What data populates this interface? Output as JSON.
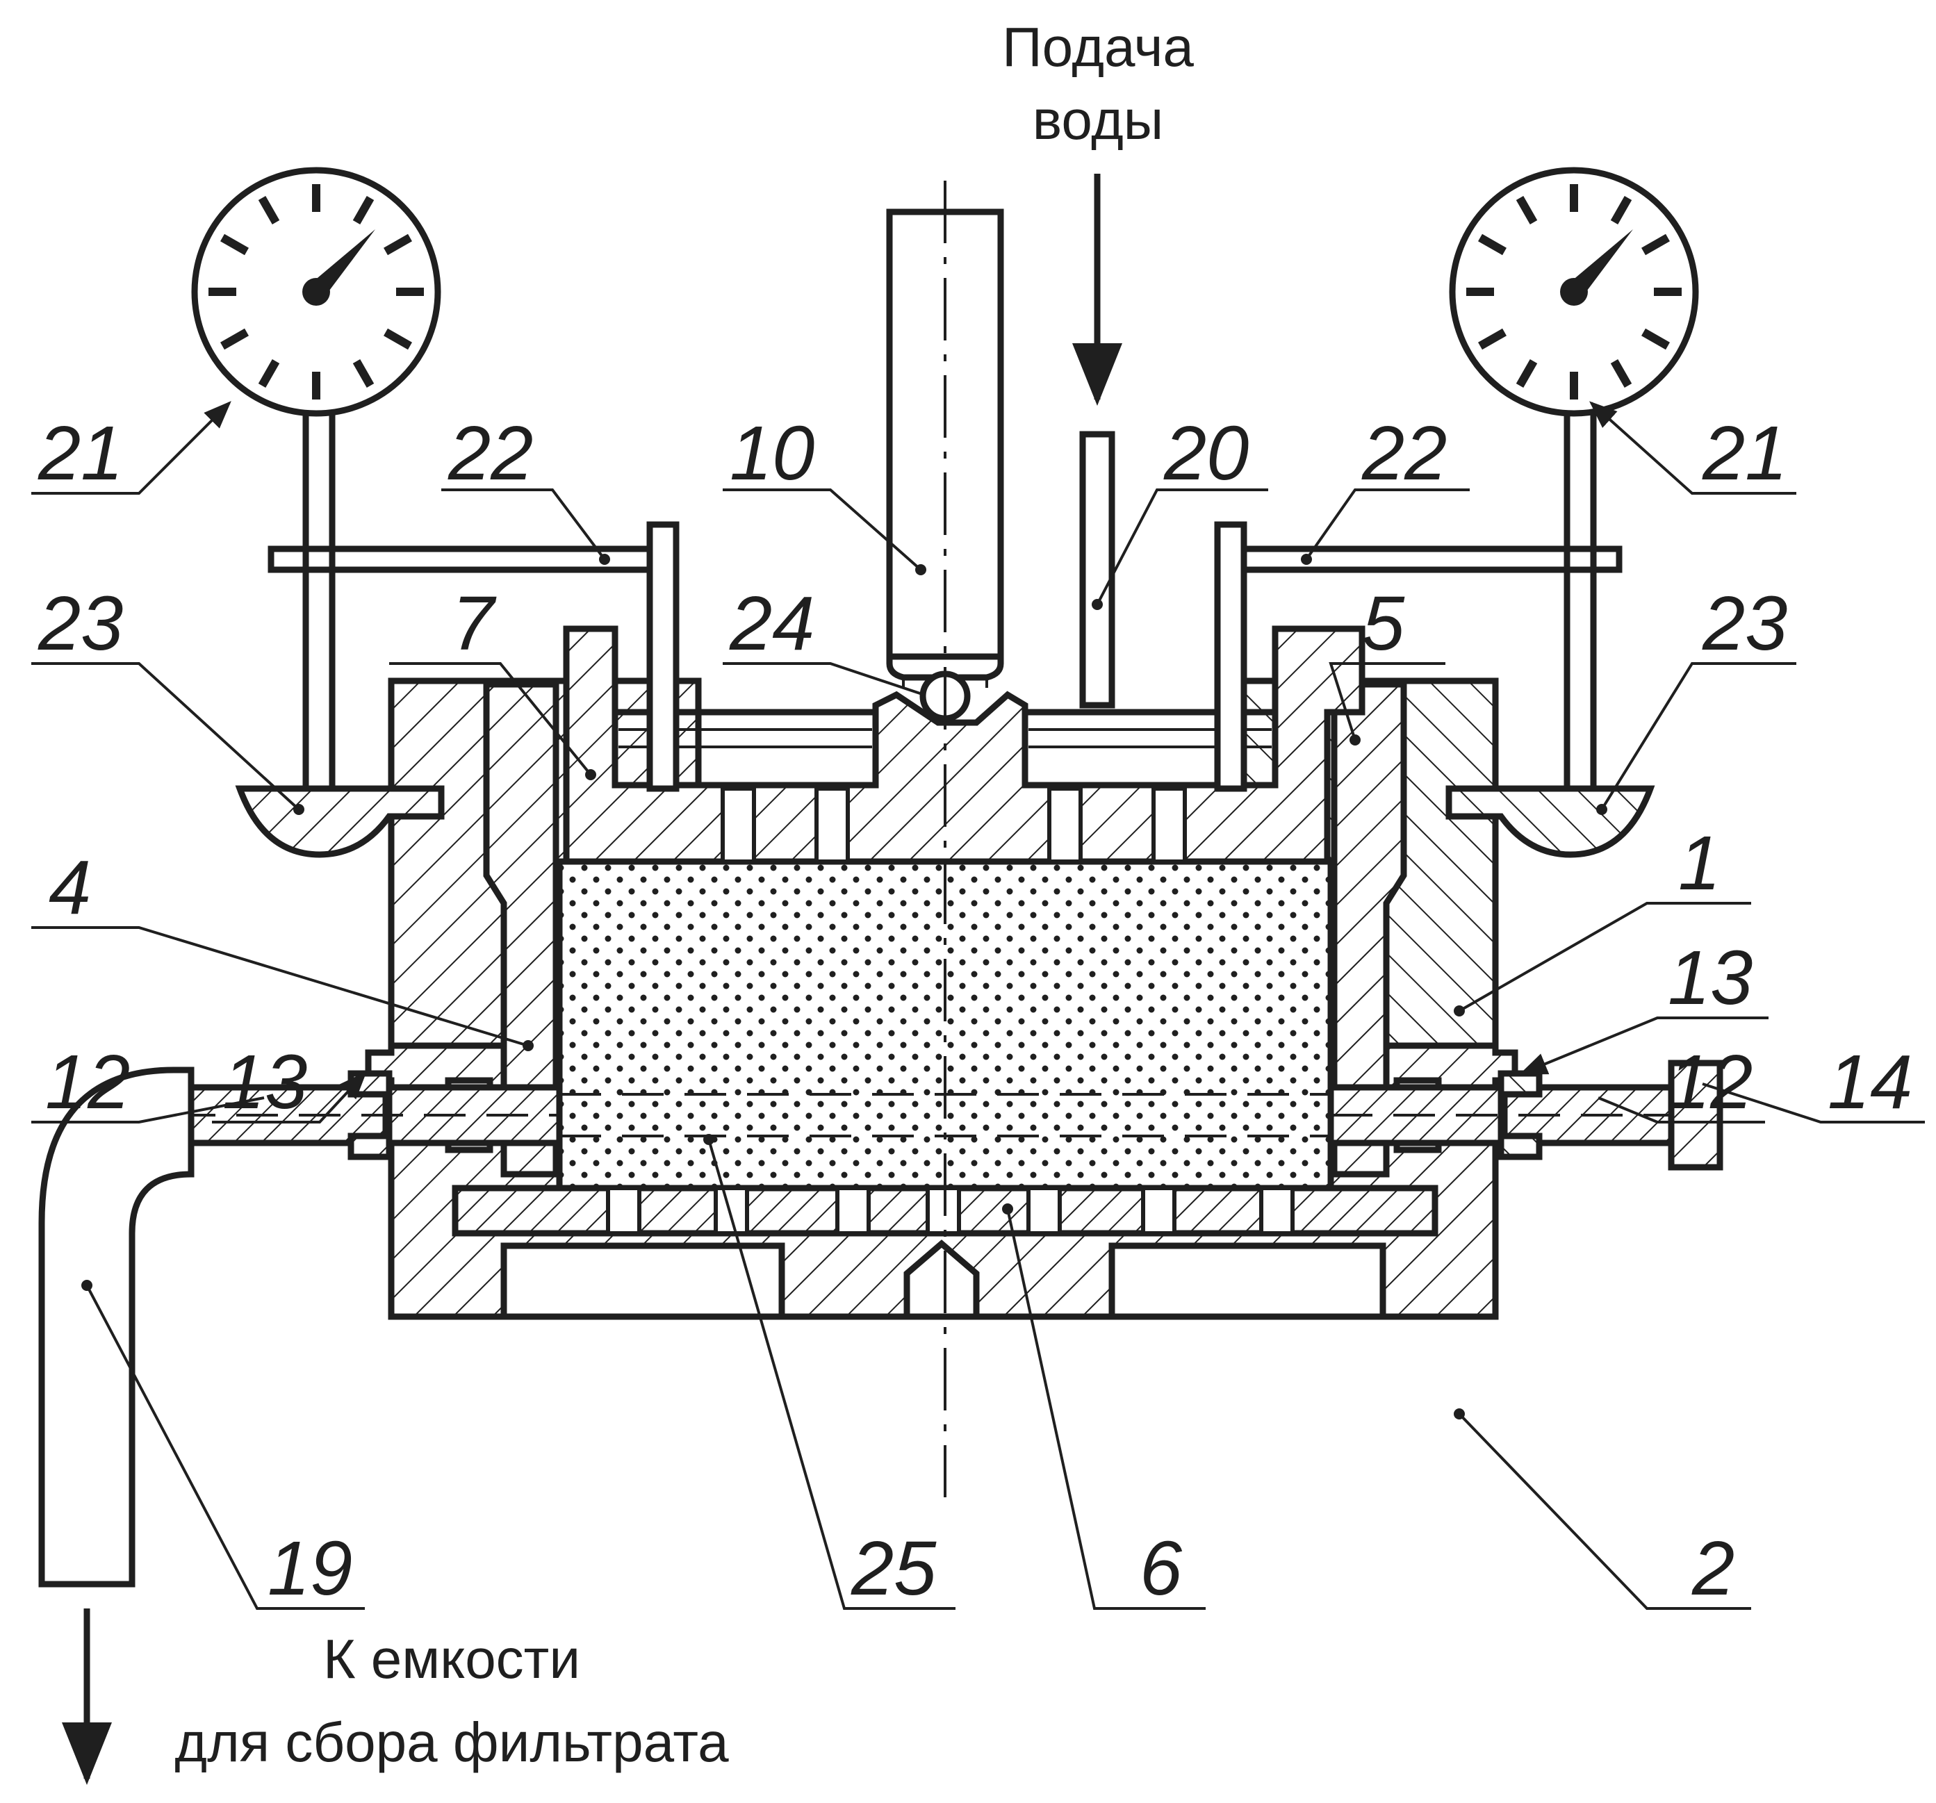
{
  "captions": {
    "water_supply_line1": "Подача",
    "water_supply_line2": "воды",
    "filtrate_line1": "К емкости",
    "filtrate_line2": "для сбора фильтрата"
  },
  "labels": {
    "gauge_left": "21",
    "gauge_right": "21",
    "valve_left": "22",
    "valve_right": "22",
    "mount_left": "23",
    "mount_right": "23",
    "rod": "10",
    "tube": "20",
    "ball": "24",
    "piston": "7",
    "sleeve_right": "5",
    "sleeve_left": "4",
    "body": "1",
    "nut_left": "13",
    "nut_right": "13",
    "pipe_left": "12",
    "pipe_right": "12",
    "plug": "14",
    "elbow": "19",
    "sample": "25",
    "grid": "6",
    "base": "2"
  }
}
